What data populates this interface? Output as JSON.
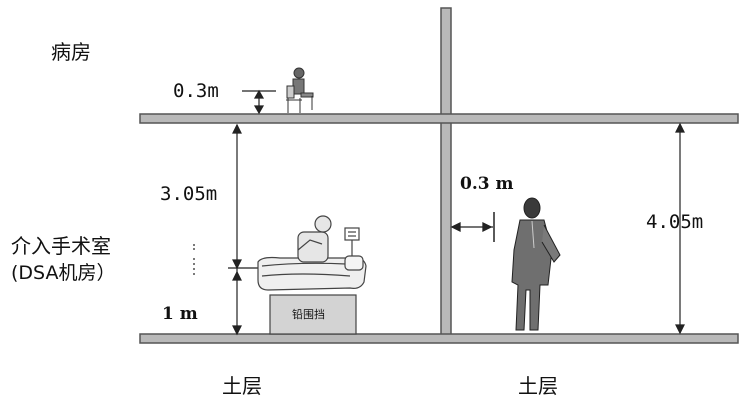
{
  "labels": {
    "ward": "病房",
    "ward_height": "0.3m",
    "room_line1": "介入手术室",
    "room_line2": "(DSA机房）",
    "floor_height_left": "3.05m",
    "table_height": "1 m",
    "shield_label": "铅围挡",
    "wall_distance": "0.3 m",
    "floor_height_right": "4.05m",
    "soil_left": "土层",
    "soil_right": "土层"
  },
  "colors": {
    "structure_fill": "#b9b9b9",
    "structure_stroke": "#555555",
    "line": "#222222"
  }
}
